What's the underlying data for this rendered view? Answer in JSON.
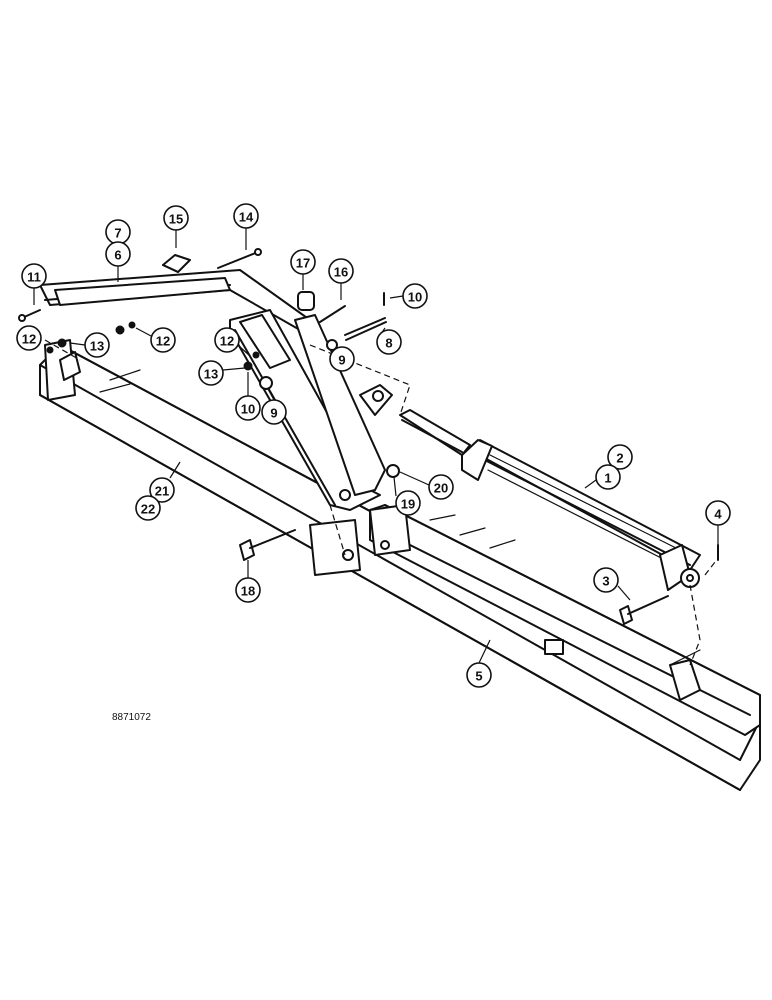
{
  "figure_id": "8871072",
  "callouts": [
    {
      "label": "7"
    },
    {
      "label": "6"
    },
    {
      "label": "15"
    },
    {
      "label": "14"
    },
    {
      "label": "11"
    },
    {
      "label": "17"
    },
    {
      "label": "16"
    },
    {
      "label": "10"
    },
    {
      "label": "12"
    },
    {
      "label": "13"
    },
    {
      "label": "12"
    },
    {
      "label": "8"
    },
    {
      "label": "12"
    },
    {
      "label": "9"
    },
    {
      "label": "13"
    },
    {
      "label": "10"
    },
    {
      "label": "9"
    },
    {
      "label": "2"
    },
    {
      "label": "1"
    },
    {
      "label": "21"
    },
    {
      "label": "22"
    },
    {
      "label": "19"
    },
    {
      "label": "20"
    },
    {
      "label": "4"
    },
    {
      "label": "3"
    },
    {
      "label": "18"
    },
    {
      "label": "5"
    }
  ]
}
